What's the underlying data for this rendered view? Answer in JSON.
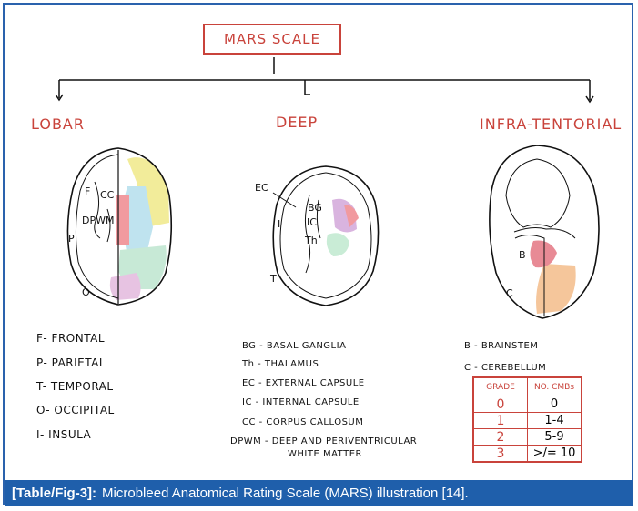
{
  "title": "MARS SCALE",
  "sections": {
    "lobar": "LOBAR",
    "deep": "DEEP",
    "infra": "INFRA-TENTORIAL"
  },
  "brain_labels": {
    "lobar": [
      "F",
      "CC",
      "DPWM",
      "P",
      "O"
    ],
    "deep": [
      "EC",
      "BG",
      "I",
      "IC",
      "Th",
      "T"
    ],
    "infra": [
      "B",
      "C"
    ]
  },
  "legend_lobar": [
    "F- FRONTAL",
    "P- PARIETAL",
    "T- TEMPORAL",
    "O- OCCIPITAL",
    "I- INSULA"
  ],
  "legend_deep": [
    "BG - BASAL GANGLIA",
    "Th - THALAMUS",
    "EC - EXTERNAL CAPSULE",
    "IC - INTERNAL CAPSULE",
    "CC - CORPUS CALLOSUM",
    "DPWM - DEEP AND PERIVENTRICULAR",
    "WHITE MATTER"
  ],
  "legend_infra": [
    "B - BRAINSTEM",
    "C - CEREBELLUM"
  ],
  "grade_table": {
    "headers": [
      "GRADE",
      "NO. CMBs"
    ],
    "rows": [
      [
        "0",
        "0"
      ],
      [
        "1",
        "1-4"
      ],
      [
        "2",
        "5-9"
      ],
      [
        "3",
        ">/= 10"
      ]
    ]
  },
  "caption": {
    "label": "[Table/Fig-3]:",
    "text": "Microbleed Anatomical Rating Scale (MARS) illustration [14]."
  },
  "colors": {
    "frame": "#2a62ad",
    "caption_bg": "#1f5fab",
    "red_ink": "#c9433b",
    "frontal": "#f2ec9a",
    "parietal_blue": "#bfe3ef",
    "temporal_green": "#c7e9d6",
    "occipital_pink": "#e7c3e2",
    "red_region": "#f19a9f",
    "thalamus_green": "#c9ecd6",
    "bg_purple": "#d9b4df",
    "cerebellum_orange": "#f5c69b",
    "brainstem_red": "#e88a95"
  }
}
